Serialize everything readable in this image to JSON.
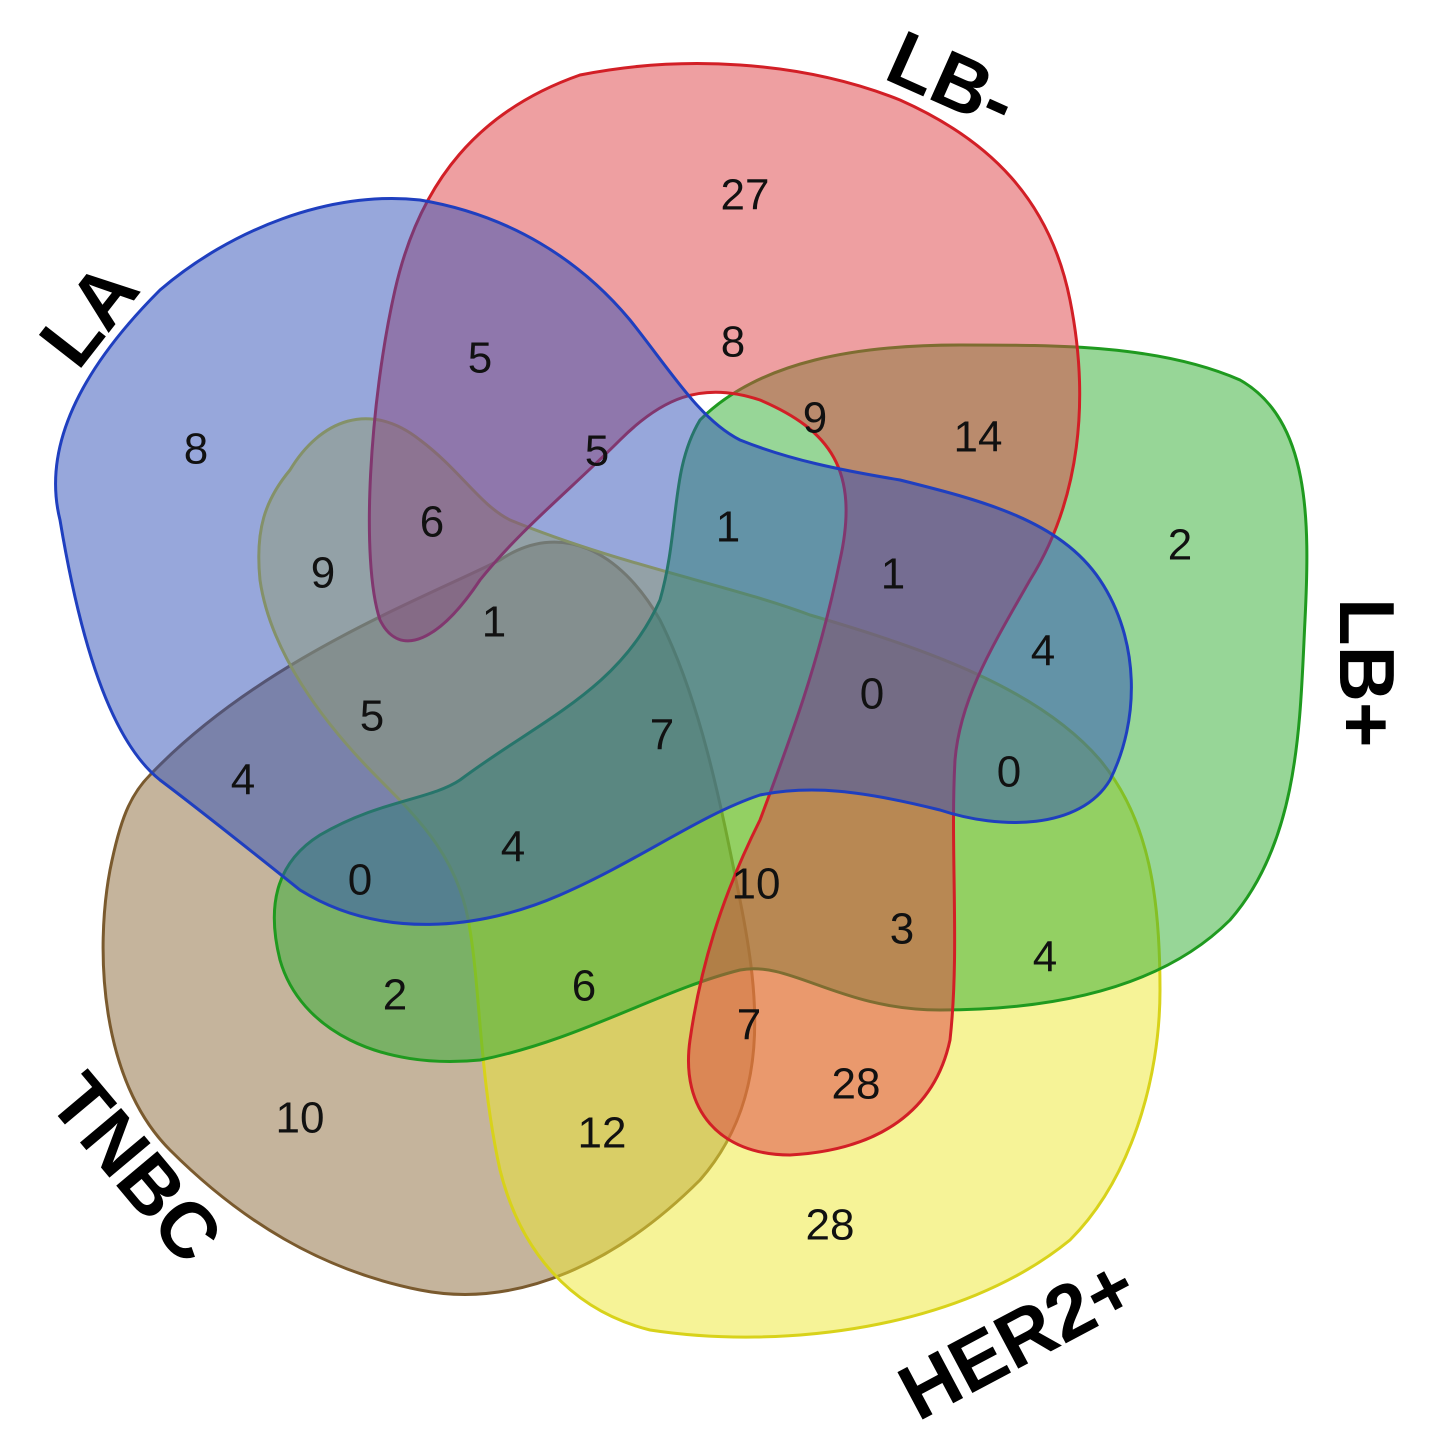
{
  "diagram": {
    "type": "venn-5",
    "sets": [
      {
        "id": "la",
        "label": "LA",
        "fill": "#2F4FB8",
        "stroke": "#1F3FBF"
      },
      {
        "id": "lbneg",
        "label": "LB-",
        "fill": "#DE3F44",
        "stroke": "#D21F26"
      },
      {
        "id": "lbpos",
        "label": "LB+",
        "fill": "#2FAE2F",
        "stroke": "#1F9A1F"
      },
      {
        "id": "her2",
        "label": "HER2+",
        "fill": "#EEE830",
        "stroke": "#D8D21A"
      },
      {
        "id": "tnbc",
        "label": "TNBC",
        "fill": "#8B6A3A",
        "stroke": "#7A5A2E"
      }
    ],
    "regions": [
      {
        "id": "la-only",
        "count": "8"
      },
      {
        "id": "lbneg-only",
        "count": "27"
      },
      {
        "id": "lbpos-only",
        "count": "2"
      },
      {
        "id": "her2-only",
        "count": "28"
      },
      {
        "id": "tnbc-only",
        "count": "10"
      },
      {
        "id": "r-5-top",
        "count": "5"
      },
      {
        "id": "r-8",
        "count": "8"
      },
      {
        "id": "r-9-top",
        "count": "9"
      },
      {
        "id": "r-14",
        "count": "14"
      },
      {
        "id": "r-5-mid",
        "count": "5"
      },
      {
        "id": "r-9-left",
        "count": "9"
      },
      {
        "id": "r-6-left",
        "count": "6"
      },
      {
        "id": "r-1-a",
        "count": "1"
      },
      {
        "id": "r-1-b",
        "count": "1"
      },
      {
        "id": "r-1-c",
        "count": "1"
      },
      {
        "id": "r-4-right",
        "count": "4"
      },
      {
        "id": "r-0-a",
        "count": "0"
      },
      {
        "id": "r-0-b",
        "count": "0"
      },
      {
        "id": "r-5-left",
        "count": "5"
      },
      {
        "id": "r-7-center",
        "count": "7"
      },
      {
        "id": "r-4-left",
        "count": "4"
      },
      {
        "id": "r-0-left",
        "count": "0"
      },
      {
        "id": "r-4-mid",
        "count": "4"
      },
      {
        "id": "r-10",
        "count": "10"
      },
      {
        "id": "r-3",
        "count": "3"
      },
      {
        "id": "r-4-bottom",
        "count": "4"
      },
      {
        "id": "r-2-bottom",
        "count": "2"
      },
      {
        "id": "r-6-bottom",
        "count": "6"
      },
      {
        "id": "r-7-bottom",
        "count": "7"
      },
      {
        "id": "r-28-mid",
        "count": "28"
      },
      {
        "id": "r-12",
        "count": "12"
      }
    ]
  }
}
